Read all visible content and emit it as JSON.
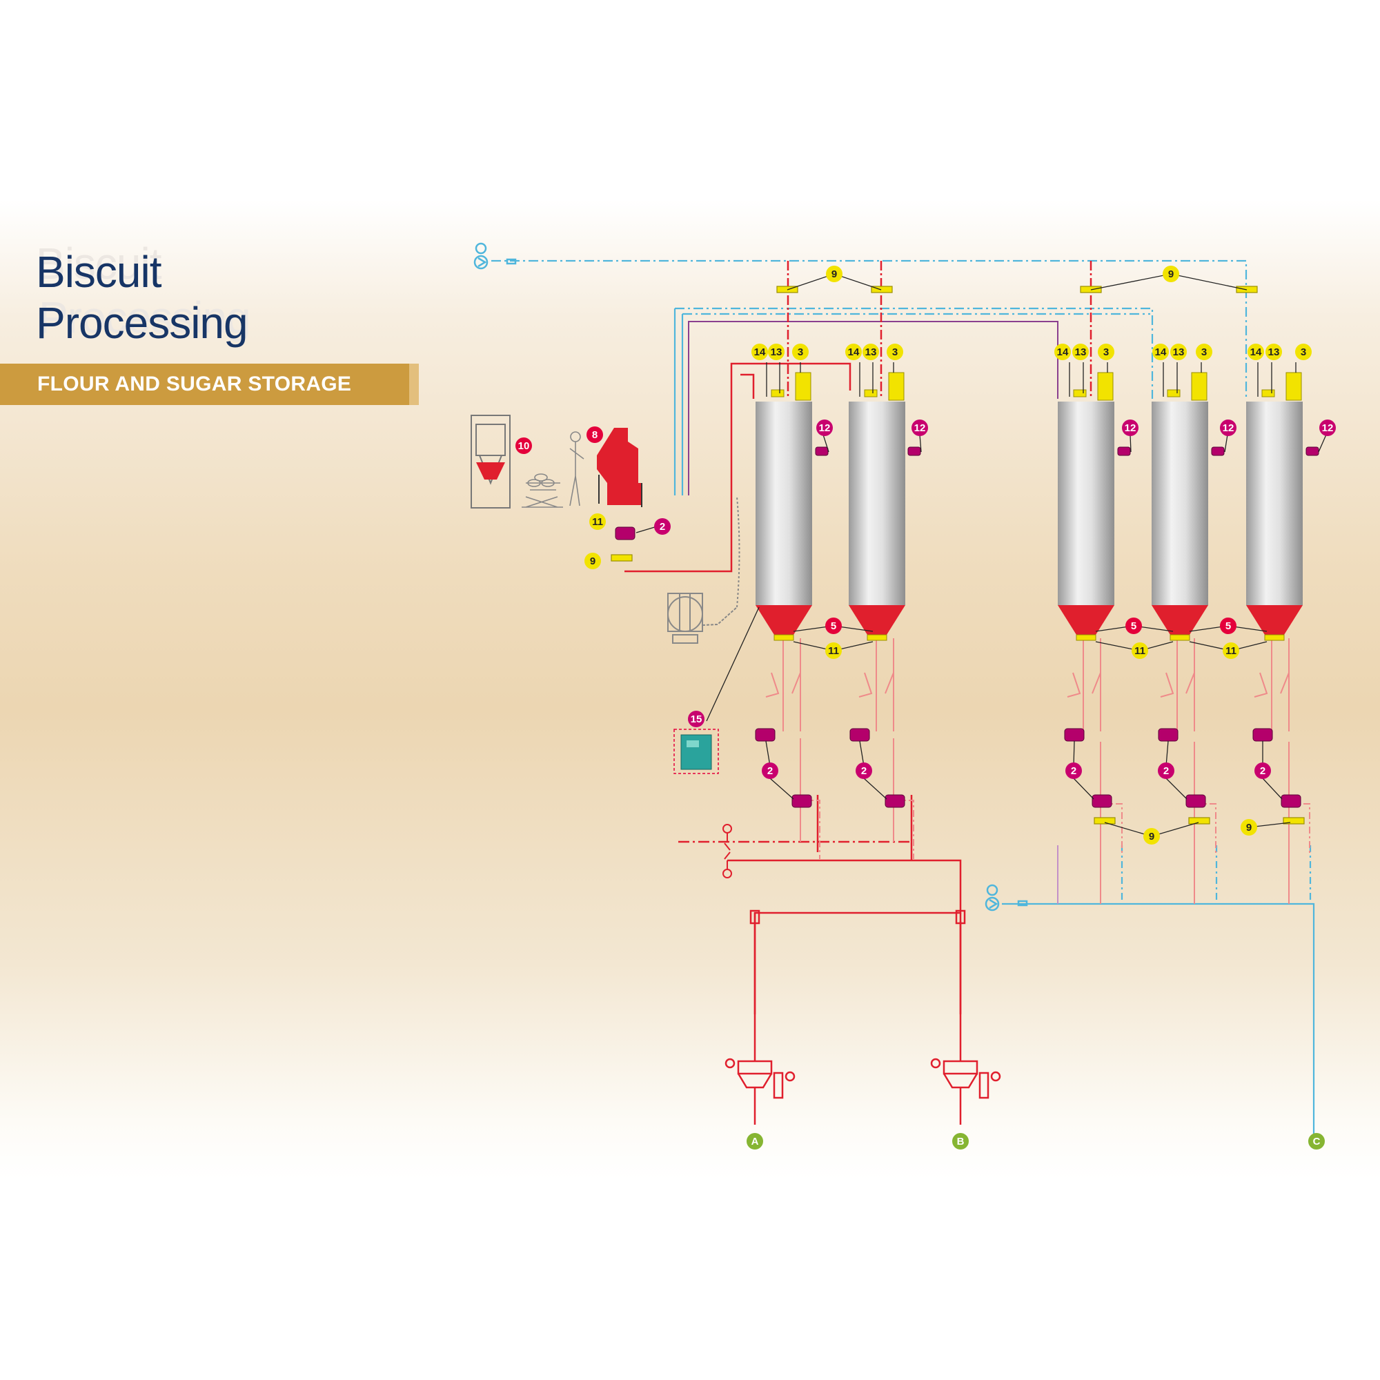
{
  "header": {
    "title_line1": "Biscuit",
    "title_line2": "Processing",
    "subtitle": "FLOUR AND SUGAR STORAGE"
  },
  "colors": {
    "title": "#173566",
    "subtitle_bar": "#cc9b3f",
    "product_line": "#e01f2d",
    "air_line": "#4fb6dc",
    "vent_line": "#8a3f8f",
    "silo_gray": "#c9c9c9",
    "callout_yellow": "#f2e300",
    "callout_red": "#e4003b",
    "callout_green": "#86b532"
  },
  "diagram": {
    "silo_labels": [
      "14",
      "13",
      "3"
    ],
    "silo_level_label": "12",
    "filter_label": "9",
    "hopper_label": "5",
    "outlet_label": "11",
    "feeder_label": "2",
    "bag_station_label": "8",
    "big_bag_label": "10",
    "control_panel_label": "15",
    "outputs": [
      "A",
      "B",
      "C"
    ]
  }
}
